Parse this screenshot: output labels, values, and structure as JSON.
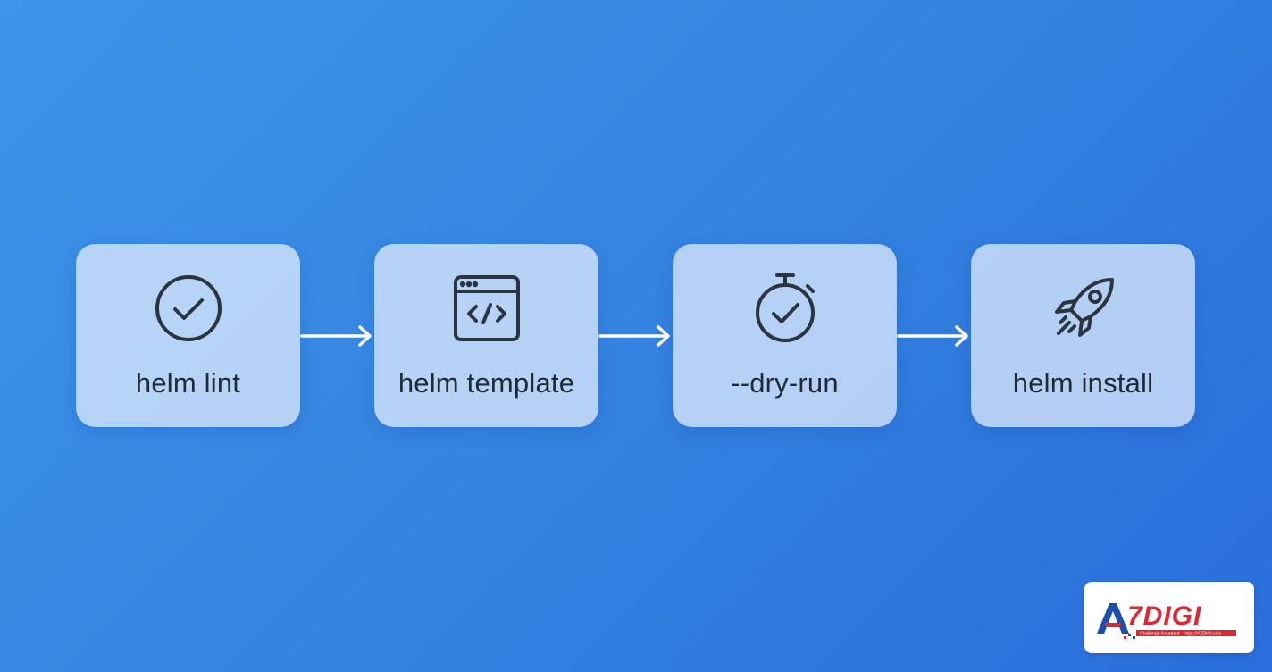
{
  "flow": {
    "steps": [
      {
        "label": "helm lint",
        "icon": "check-circle-icon"
      },
      {
        "label": "helm template",
        "icon": "code-window-icon"
      },
      {
        "label": "--dry-run",
        "icon": "stopwatch-check-icon"
      },
      {
        "label": "helm install",
        "icon": "rocket-icon"
      }
    ],
    "arrow_color": "#ffffff",
    "icon_color": "#2b3540"
  },
  "logo": {
    "brand_text": "AZDIGI",
    "tagline": "Challenge Accepted - https://AZDIGI.com",
    "brand_color": "#e02631",
    "accent_color": "#1b4fa8"
  }
}
